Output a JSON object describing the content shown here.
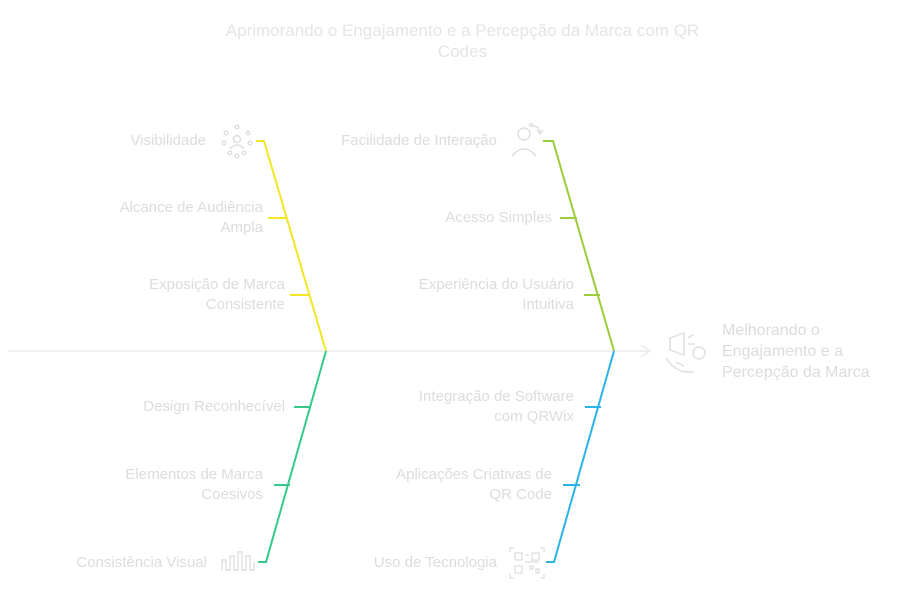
{
  "title": "Aprimorando o Engajamento e a Percepção da Marca com QR Codes",
  "outcome": {
    "line1": "Melhorando o",
    "line2": "Engajamento e a",
    "line3": "Percepção da Marca"
  },
  "colors": {
    "yellow_branch": "#f2e627",
    "green_branch": "#9ccc3a",
    "teal_branch": "#34c98a",
    "blue_branch": "#2ab4e6",
    "spine": "#ececec",
    "text": "#dcdcdc"
  },
  "branches": {
    "top_left": {
      "head": "Visibilidade",
      "head_icon": "audience-network-icon",
      "items": [
        {
          "line1": "Alcance de Audiência",
          "line2": "Ampla"
        },
        {
          "line1": "Exposição de Marca",
          "line2": "Consistente"
        }
      ]
    },
    "top_right": {
      "head": "Facilidade de Interação",
      "head_icon": "user-interaction-icon",
      "items": [
        {
          "line1": "Acesso Simples",
          "line2": ""
        },
        {
          "line1": "Experiência do Usuário",
          "line2": "Intuitiva"
        }
      ]
    },
    "bottom_left": {
      "head": "Consistência Visual",
      "head_icon": "bar-pattern-icon",
      "items": [
        {
          "line1": "Design Reconhecível",
          "line2": ""
        },
        {
          "line1": "Elementos de Marca",
          "line2": "Coesivos"
        }
      ]
    },
    "bottom_right": {
      "head": "Uso de Tecnologia",
      "head_icon": "qr-code-icon",
      "items": [
        {
          "line1": "Integração de Software",
          "line2": "com QRWix"
        },
        {
          "line1": "Aplicações Criativas de",
          "line2": "QR Code"
        }
      ]
    }
  }
}
